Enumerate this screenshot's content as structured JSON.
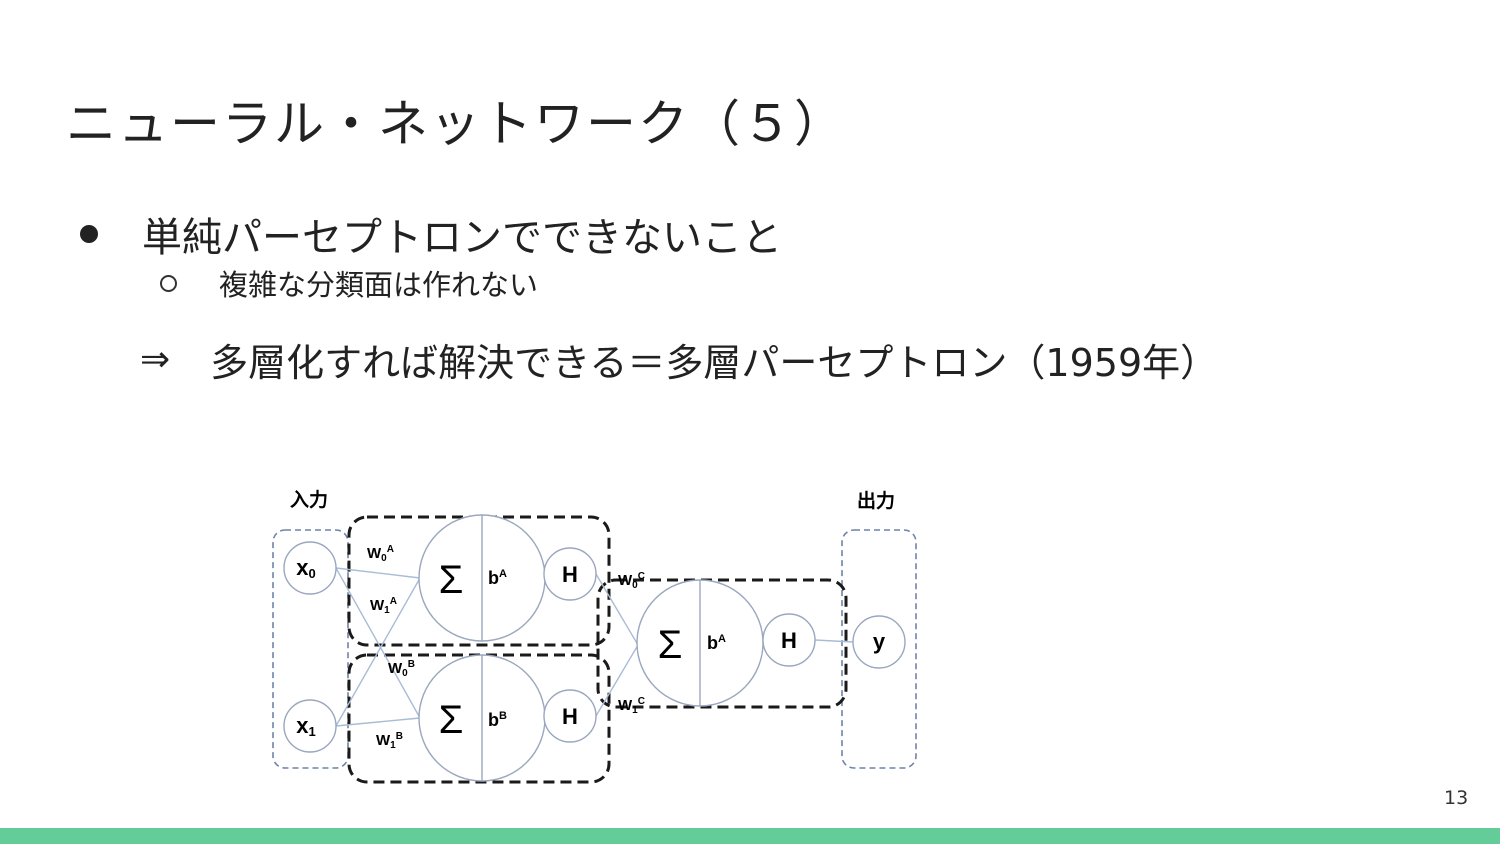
{
  "slide": {
    "title": "ニューラル・ネットワーク（５）",
    "bullet": "単純パーセプトロンでできないこと",
    "sub_bullet": "複雑な分類面は作れない",
    "arrow": "⇒",
    "result": "多層化すれば解決できる＝多層パーセプトロン（1959年）",
    "page_number": "13"
  },
  "diagram": {
    "input_label": "入力",
    "output_label": "出力",
    "inputs": {
      "x0_main": "x",
      "x0_sub": "0",
      "x1_main": "x",
      "x1_sub": "1"
    },
    "sigma": "Σ",
    "activation": "H",
    "output_node": "y",
    "neuron_a_bias": {
      "main": "b",
      "sup": "A"
    },
    "neuron_b_bias": {
      "main": "b",
      "sup": "B"
    },
    "neuron_c_bias": {
      "main": "b",
      "sup": "A"
    },
    "weights": {
      "w0a": {
        "main": "W",
        "sub": "0",
        "sup": "A"
      },
      "w1a": {
        "main": "W",
        "sub": "1",
        "sup": "A"
      },
      "w0b": {
        "main": "W",
        "sub": "0",
        "sup": "B"
      },
      "w1b": {
        "main": "W",
        "sub": "1",
        "sup": "B"
      },
      "w0c": {
        "main": "W",
        "sub": "0",
        "sup": "C"
      },
      "w1c": {
        "main": "W",
        "sub": "1",
        "sup": "C"
      }
    },
    "colors": {
      "node_stroke": "#9aa7bf",
      "edge": "#a9bcd6",
      "group_blue": "#6e83a8",
      "group_black": "#1a1a1a"
    }
  }
}
